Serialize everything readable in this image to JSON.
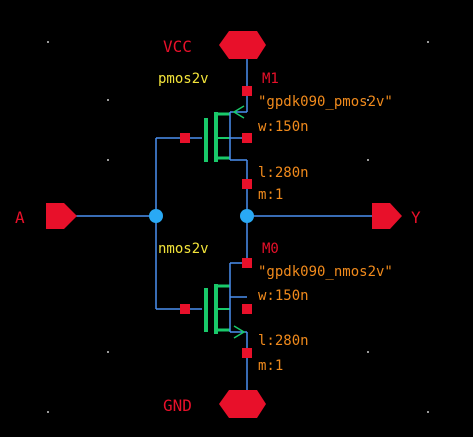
{
  "pins": {
    "vcc": "VCC",
    "gnd": "GND",
    "input": "A",
    "output": "Y"
  },
  "pmos": {
    "cell": "pmos2v",
    "instance": "M1",
    "model": "\"gpdk090_pmos2v\"",
    "width": "w:150n",
    "length": "l:280n",
    "mult": "m:1"
  },
  "nmos": {
    "cell": "nmos2v",
    "instance": "M0",
    "model": "\"gpdk090_nmos2v\"",
    "width": "w:150n",
    "length": "l:280n",
    "mult": "m:1"
  },
  "colors": {
    "background": "#000000",
    "wire": "#4a8ff0",
    "pin": "#e8102a",
    "device": "#19c96a",
    "junction": "#29a9f5",
    "instance_label": "#f2e33a",
    "param_label": "#f08a1c"
  }
}
